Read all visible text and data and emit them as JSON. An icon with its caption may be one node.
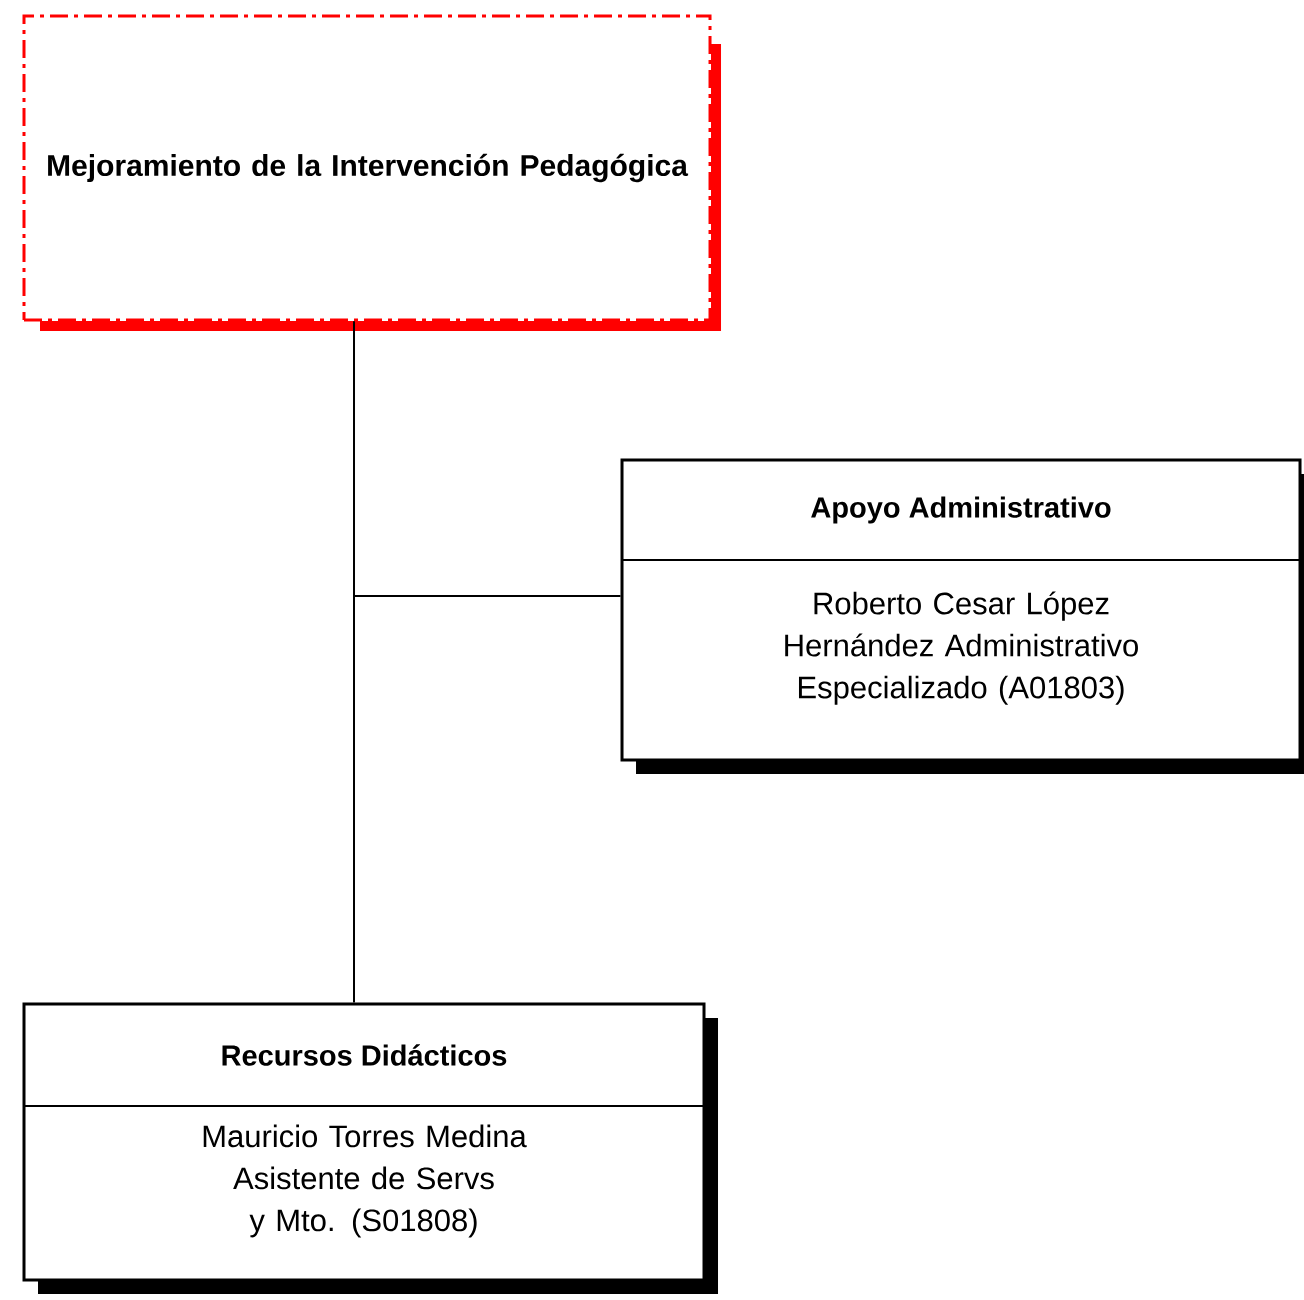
{
  "diagram": {
    "nodes": [
      {
        "text": [
          "Mejoramiento de la Intervención Pedagógica"
        ]
      },
      {
        "text": [
          "Apoyo Administrativo",
          "Roberto Cesar López Hernández Administrativo Especializado (A01803)"
        ]
      },
      {
        "text": [
          "Recursos Didácticos",
          "Mauricio Torres Medina Asistente de Servs y Mto. (S01808)"
        ]
      }
    ],
    "edges": [
      {
        "from": 0,
        "to": 1,
        "arrow": "none"
      },
      {
        "from": 0,
        "to": 2,
        "arrow": "none"
      }
    ]
  }
}
